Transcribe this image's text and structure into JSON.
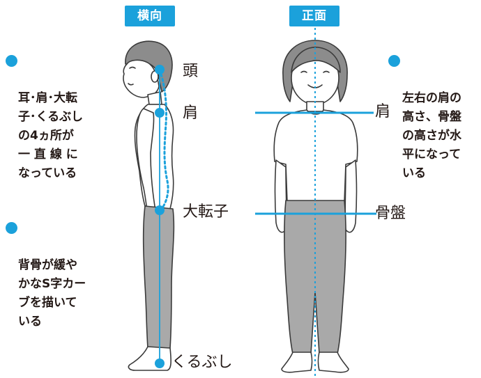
{
  "headers": {
    "side": "横向",
    "front": "正面"
  },
  "notes": {
    "side_alignment": "耳･肩･大転\n子･くるぶし\nの4ヵ所が\n一 直 線 に\nなっている",
    "spine_curve": "背骨が緩や\nかなS字カー\nブを描いて\nいる",
    "front_level": "左右の肩の\n高さ、骨盤\nの高さが水\n平になって\nいる"
  },
  "side_labels": {
    "head": "頭",
    "shoulder": "肩",
    "trochanter": "大転子",
    "ankle": "くるぶし"
  },
  "front_labels": {
    "shoulder": "肩",
    "pelvis": "骨盤"
  },
  "colors": {
    "accent": "#1ba1db",
    "skin": "#ffffff",
    "hair": "#8c8c8c",
    "pants": "#a9a9a9",
    "outline": "#3a3a3a"
  }
}
